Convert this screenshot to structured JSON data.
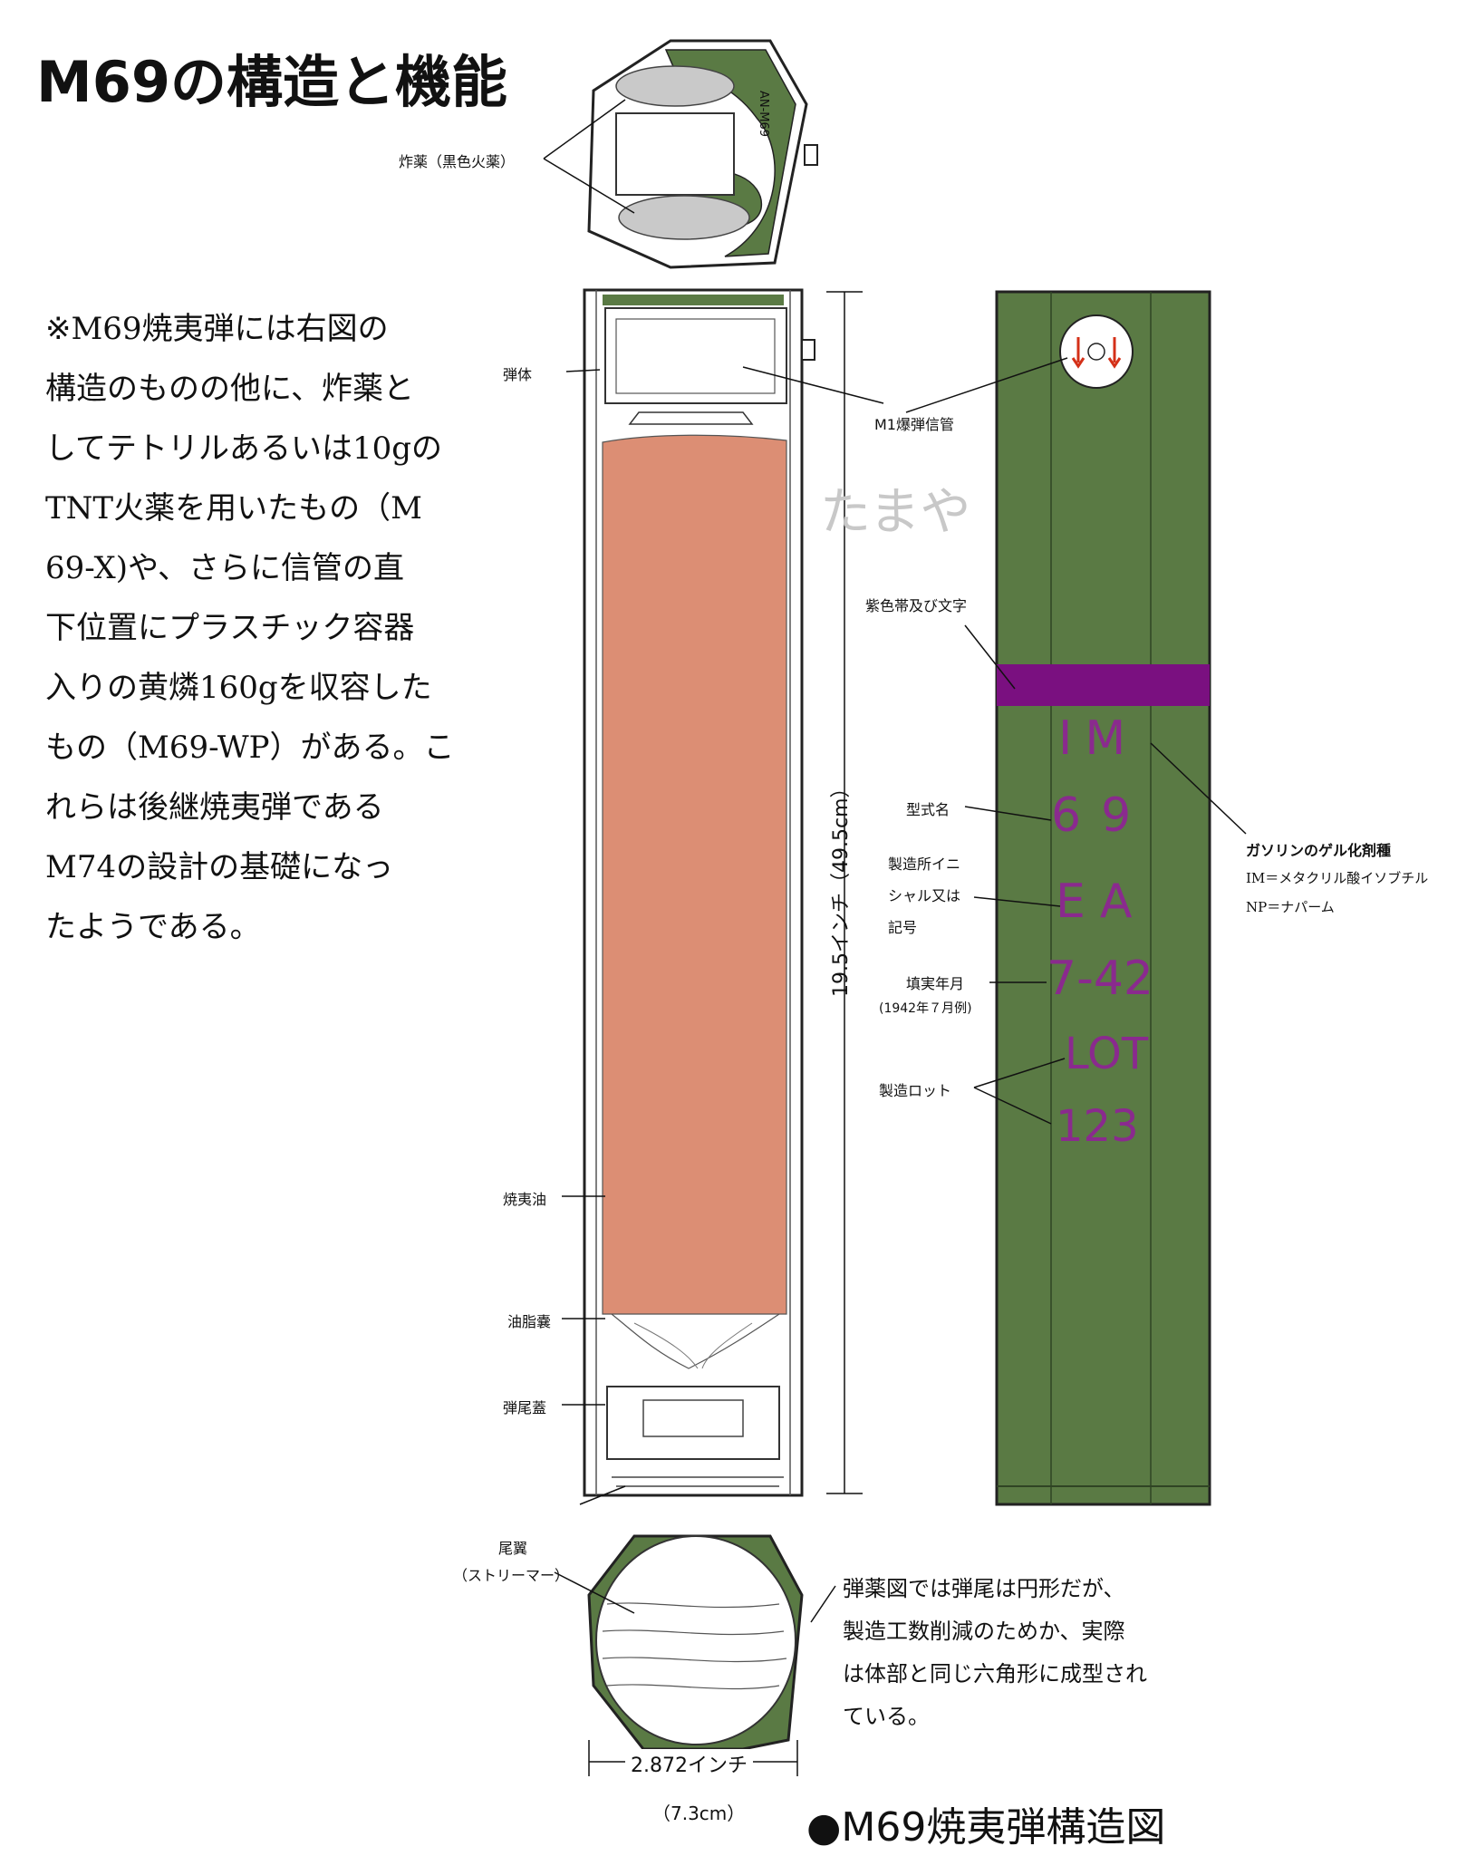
{
  "title": "M69の構造と機能",
  "note_lines": [
    "※M69焼夷弾には右図の",
    "構造のものの他に、炸薬と",
    "してテトリルあるいは10gの",
    "TNT火薬を用いたもの（M",
    "69-X)や、さらに信管の直",
    "下位置にプラスチック容器",
    "入りの黄燐160gを収容した",
    "もの（M69-WP）がある。こ",
    "れらは後継焼夷弾である",
    "M74の設計の基礎になっ",
    "たようである。"
  ],
  "labels": {
    "explosive": "炸薬（黒色火薬）",
    "body": "弾体",
    "fuze": "M1爆弾信管",
    "purple_band": "紫色帯及び文字",
    "model": "型式名",
    "maker_1": "製造所イニ",
    "maker_2": "シャル又は",
    "maker_3": "記号",
    "fill_date": "填実年月",
    "fill_date_example": "(1942年７月例)",
    "lot": "製造ロット",
    "gel_title": "ガソリンのゲル化剤種",
    "gel_im": "IM＝メタクリル酸イソブチル",
    "gel_np": "NP＝ナパーム",
    "incendiary_oil": "焼夷油",
    "grease_bag": "油脂嚢",
    "tail_cap": "弾尾蓋",
    "tail_fin": "尾翼",
    "streamer": "（ストリーマー）",
    "length": "19.5インチ（49.5cm）",
    "width": "2.872インチ",
    "width_cm": "（7.3cm）",
    "top_stencil": "AN-M69"
  },
  "markings": {
    "im": "IM",
    "model_no": "69",
    "maker": "EA",
    "date": "7-42",
    "lot_word": "LOT",
    "lot_no": "123"
  },
  "watermark": "たまや",
  "bottom_note": [
    "弾薬図では弾尾は円形だが、",
    "製造工数削減のためか、実際",
    "は体部と同じ六角形に成型され",
    "ている。"
  ],
  "figure_caption": "●M69焼夷弾構造図",
  "colors": {
    "green": "#5a7a44",
    "oil": "#dc8e74",
    "purple": "#7a1080",
    "marking": "#8a2a8e"
  }
}
